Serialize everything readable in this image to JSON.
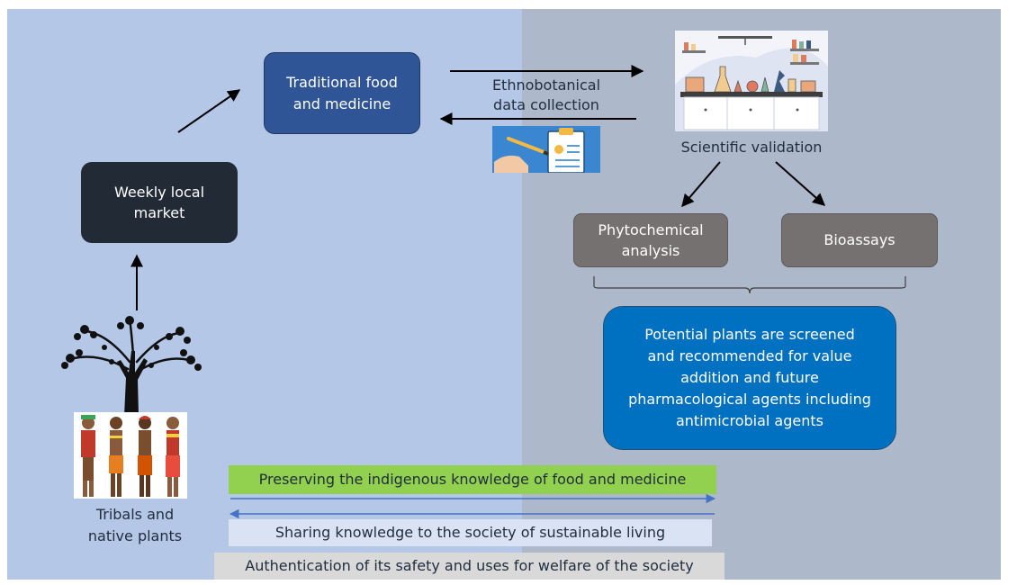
{
  "nodes": {
    "traditional": "Traditional food\nand medicine",
    "weekly_market": "Weekly local\nmarket",
    "ethnobotanical": "Ethnobotanical\ndata collection",
    "scientific_validation": "Scientific validation",
    "phytochemical": "Phytochemical\nanalysis",
    "bioassays": "Bioassays",
    "potential_plants": "Potential plants are screened\nand recommended for value\naddition and future\npharmacological agents including\nantimicrobial agents",
    "tribals": "Tribals and\nnative plants"
  },
  "bars": {
    "preserving": "Preserving the indigenous knowledge of food and medicine",
    "sharing": "Sharing knowledge to the society of sustainable living",
    "authentication": "Authentication of its safety and uses for welfare of the society"
  },
  "colors": {
    "left_panel": "#b4c7e7",
    "right_panel": "#adb9ca",
    "traditional_box": "#2f5597",
    "market_box": "#222a35",
    "analysis_box": "#767171",
    "potential_box": "#0070c0",
    "preserving_bar": "#92d050",
    "sharing_bar": "#dae3f3",
    "authentication_bar": "#d9d9d9",
    "blue_arrow": "#4472c4"
  },
  "icons": {
    "laboratory": "laboratory-illustration",
    "clipboard": "clipboard-writing-icon",
    "tree": "tree-silhouette",
    "people": "tribal-people-illustration"
  }
}
